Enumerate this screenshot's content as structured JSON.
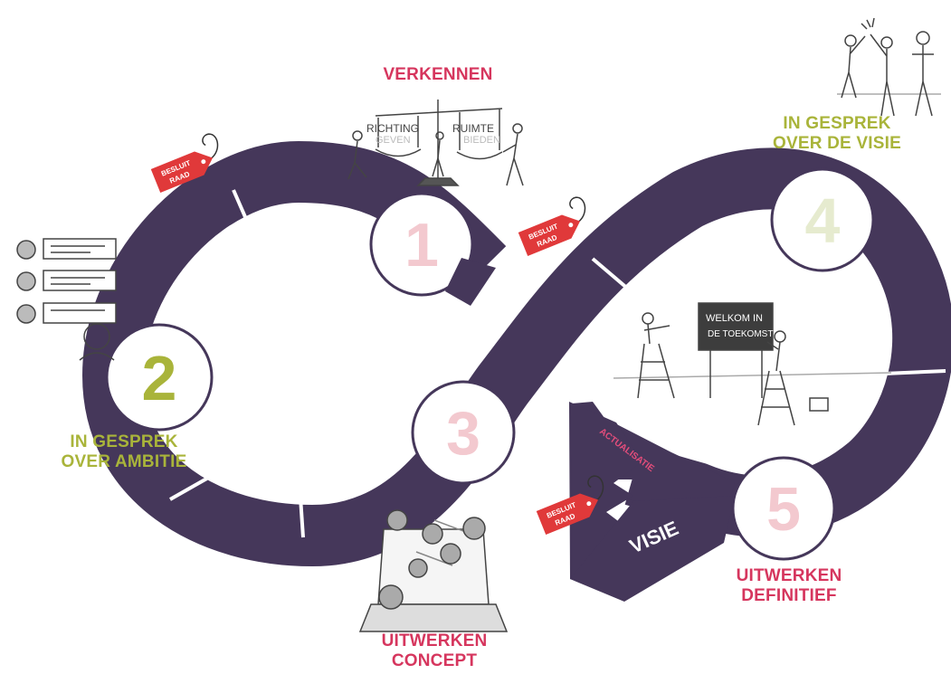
{
  "stages": [
    {
      "number": "1",
      "line1": "VERKENNEN",
      "line2": ""
    },
    {
      "number": "2",
      "line1": "IN GESPREK",
      "line2": "OVER AMBITIE"
    },
    {
      "number": "3",
      "line1": "UITWERKEN",
      "line2": "CONCEPT"
    },
    {
      "number": "4",
      "line1": "IN GESPREK",
      "line2": "OVER DE VISIE"
    },
    {
      "number": "5",
      "line1": "UITWERKEN",
      "line2": "DEFINITIEF"
    }
  ],
  "tags": {
    "line1": "BESLUIT",
    "line2": "RAAD"
  },
  "arrow": {
    "label": "VISIE",
    "sub_label": "ACTUALISATIE"
  },
  "sketches": {
    "balance_left_top": "RICHTING",
    "balance_left_bottom": "GEVEN",
    "balance_right_top": "RUIMTE",
    "balance_right_bottom": "BIEDEN",
    "board_line1": "WELKOM IN",
    "board_line2": "DE TOEKOMST"
  },
  "colors": {
    "band": "#45375a",
    "pink": "#d6365e",
    "green": "#a9b43a",
    "tag": "#e0393a",
    "number_pink": "#f3c9cf",
    "number_green_light": "#e6ebcf",
    "number_green": "#a9b43a"
  }
}
